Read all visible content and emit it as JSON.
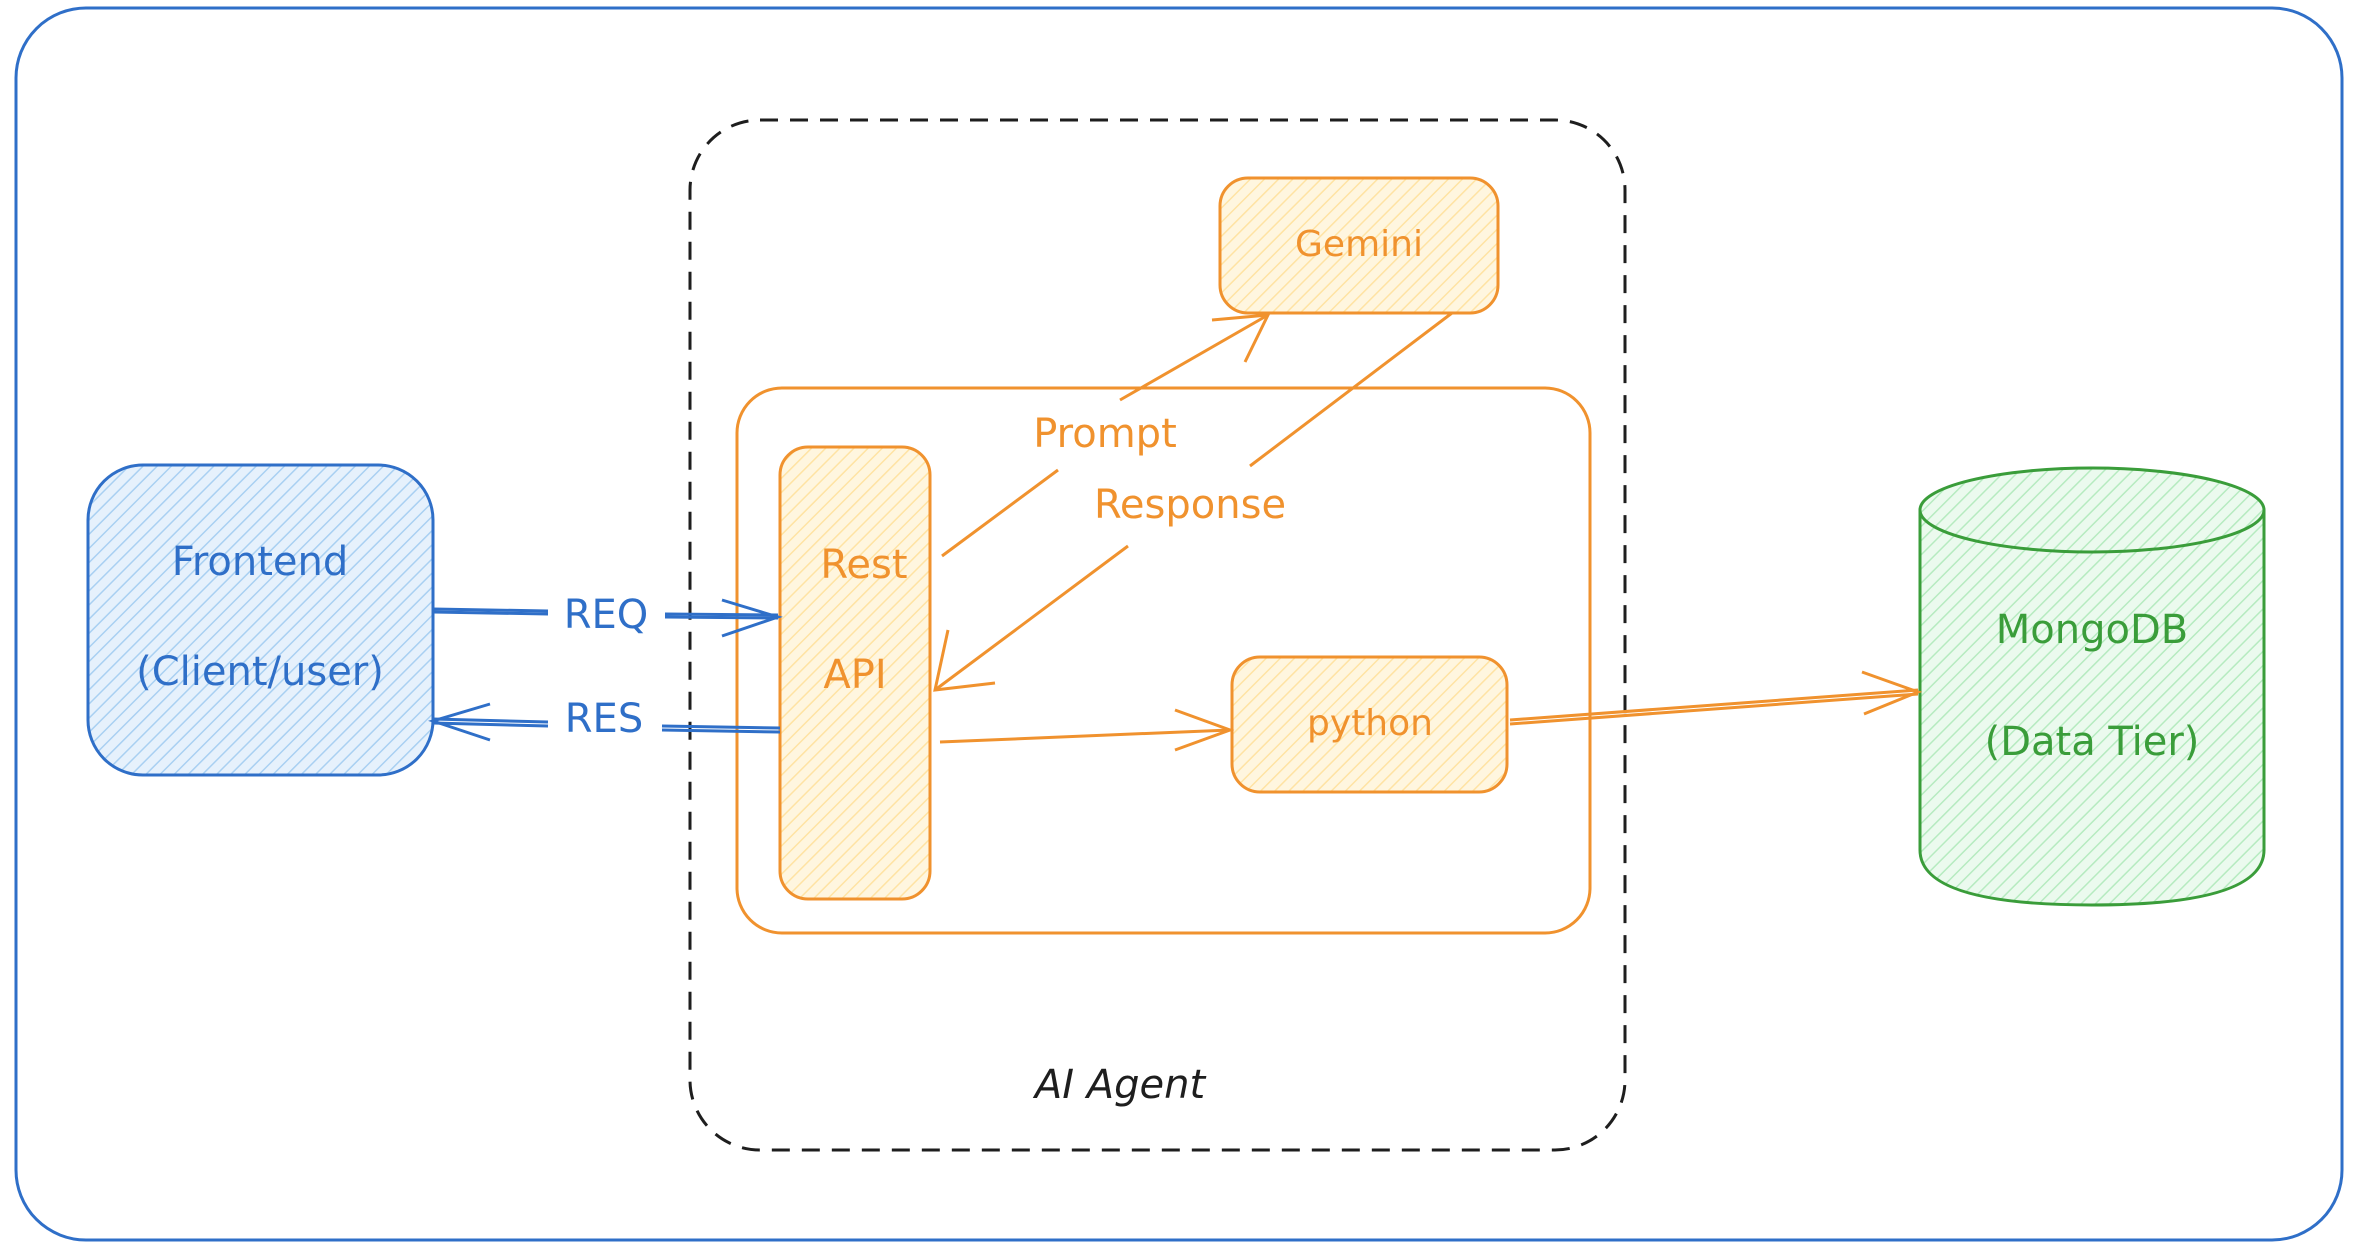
{
  "colors": {
    "blue": "#2f6fc8",
    "blue_fill": "#a9d0f2",
    "orange": "#f0922e",
    "orange_fill": "#ffe3a3",
    "green": "#3a9d3a",
    "green_fill": "#b6ebc0",
    "black": "#1e1e1e"
  },
  "nodes": {
    "frontend": {
      "line1": "Frontend",
      "line2": "(Client/user)"
    },
    "rest_api": {
      "line1": "Rest",
      "line2": "API"
    },
    "gemini": {
      "label": "Gemini"
    },
    "python": {
      "label": "python"
    },
    "mongodb": {
      "line1": "MongoDB",
      "line2": "(Data Tier)"
    },
    "ai_agent": {
      "label": "AI Agent"
    }
  },
  "edges": {
    "req": {
      "label": "REQ"
    },
    "res": {
      "label": "RES"
    },
    "prompt": {
      "label": "Prompt"
    },
    "response": {
      "label": "Response"
    }
  }
}
